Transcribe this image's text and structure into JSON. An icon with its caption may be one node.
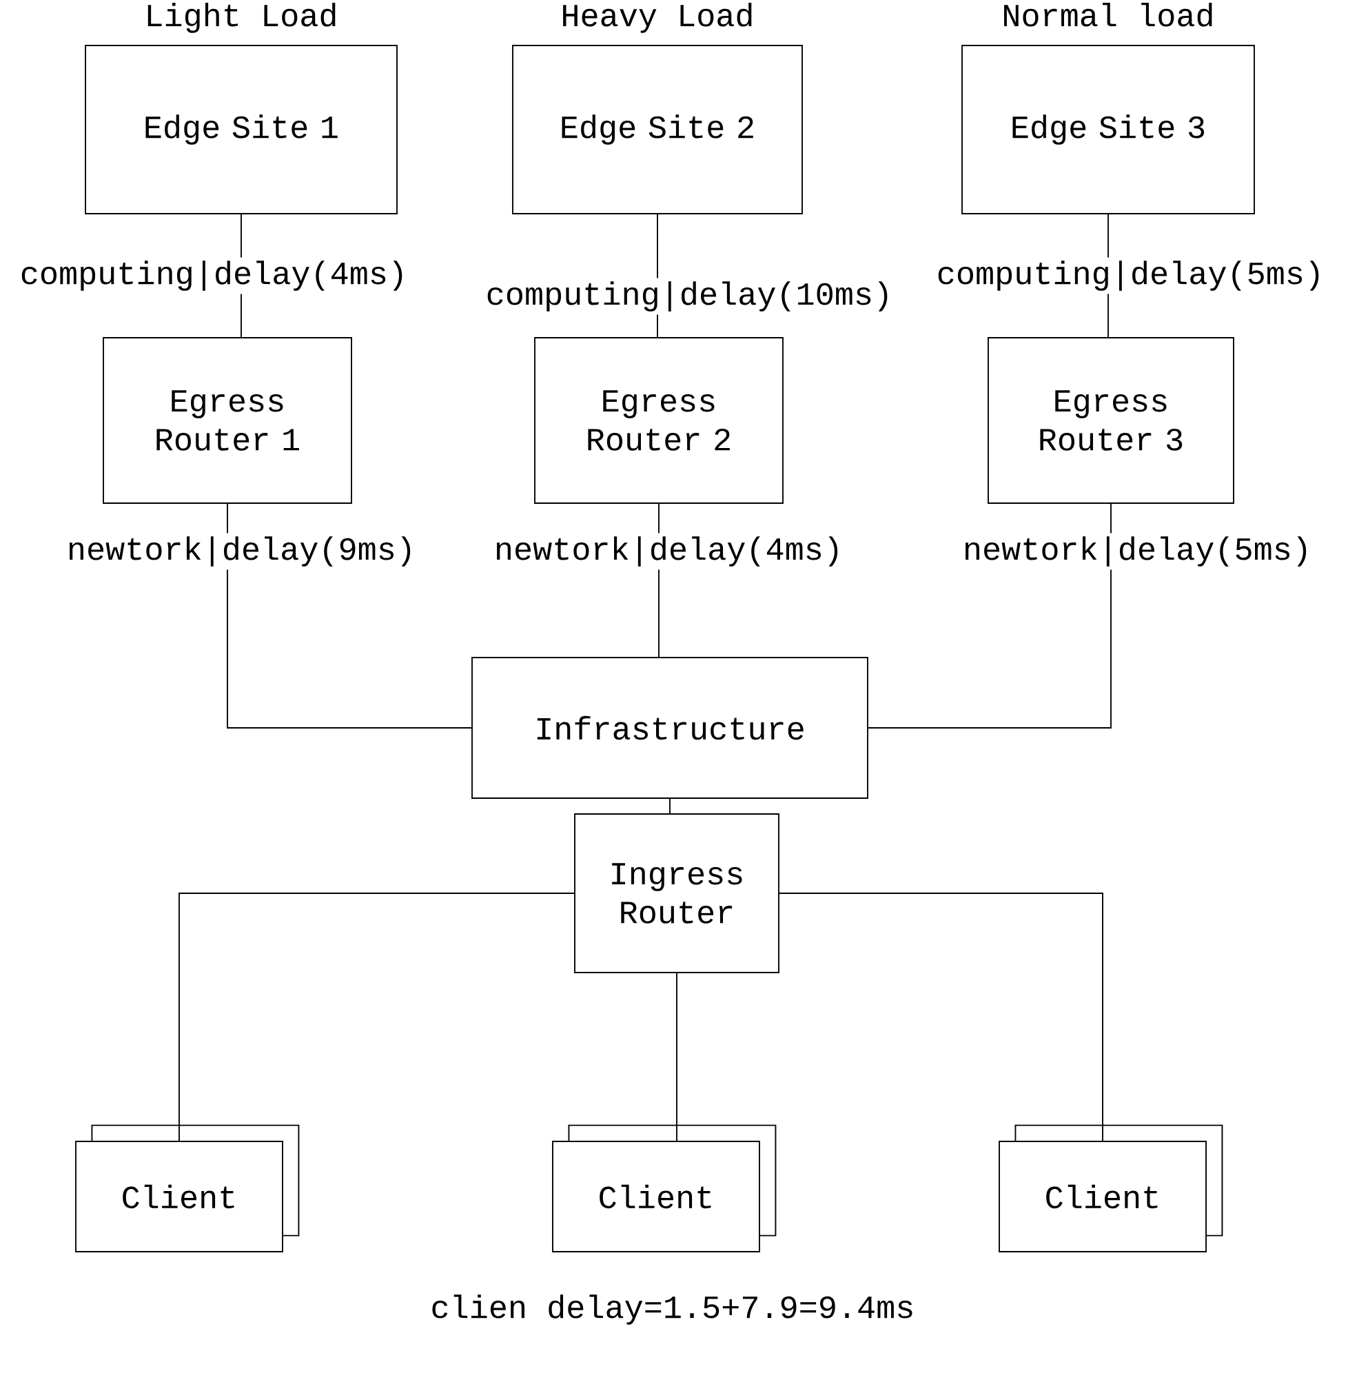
{
  "diagram": {
    "nodes": [
      {
        "text": [
          "Light Load",
          "Edge Site 1"
        ]
      },
      {
        "text": [
          "Heavy Load",
          "Edge Site 2"
        ]
      },
      {
        "text": [
          "Normal load",
          "Edge Site 3"
        ]
      },
      {
        "text": [
          "Egress Router 1"
        ]
      },
      {
        "text": [
          "Egress Router 2"
        ]
      },
      {
        "text": [
          "Egress Router 3"
        ]
      },
      {
        "text": [
          "Infrastructure"
        ]
      },
      {
        "text": [
          "Ingress Router"
        ]
      },
      {
        "text": [
          "Client"
        ]
      },
      {
        "text": [
          "Client"
        ]
      },
      {
        "text": [
          "Client"
        ]
      }
    ],
    "edges": [
      {
        "from": 0,
        "to": 3,
        "arrow": "none",
        "label": "computing|delay(4ms)"
      },
      {
        "from": 1,
        "to": 4,
        "arrow": "none",
        "label": "computing|delay(10ms)"
      },
      {
        "from": 2,
        "to": 5,
        "arrow": "none",
        "label": "computing|delay(5ms)"
      },
      {
        "from": 3,
        "to": 6,
        "arrow": "none",
        "label": "newtork|delay(9ms)"
      },
      {
        "from": 4,
        "to": 6,
        "arrow": "none",
        "label": "newtork|delay(4ms)"
      },
      {
        "from": 5,
        "to": 6,
        "arrow": "none",
        "label": "newtork|delay(5ms)"
      },
      {
        "from": 6,
        "to": 7,
        "arrow": "none"
      },
      {
        "from": 7,
        "to": 8,
        "arrow": "none"
      },
      {
        "from": 7,
        "to": 9,
        "arrow": "none"
      },
      {
        "from": 7,
        "to": 10,
        "arrow": "none"
      }
    ],
    "labels": [
      "clien delay=1.5+7.9=9.4ms"
    ]
  }
}
